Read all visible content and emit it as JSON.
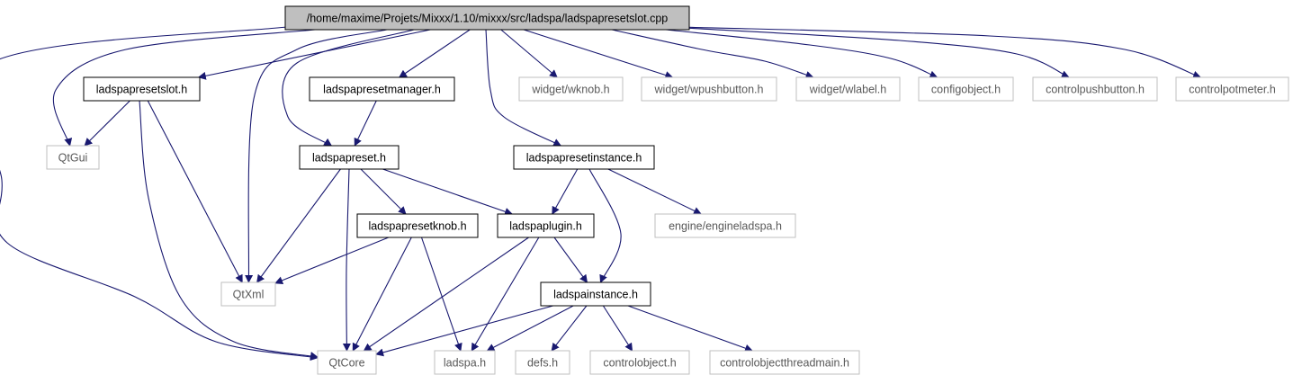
{
  "colors": {
    "edge": "#191970",
    "root_fill": "#bfbfbf",
    "root_border": "#000000",
    "doc_border": "#000000",
    "external_border": "#bfbfbf",
    "external_text": "#595959",
    "text": "#000000"
  },
  "nodes": {
    "root": {
      "label": "/home/maxime/Projets/Mixxx/1.10/mixxx/src/ladspa/ladspapresetslot.cpp",
      "kind": "root"
    },
    "ladspapresetslot_h": {
      "label": "ladspapresetslot.h",
      "kind": "documented"
    },
    "ladspapresetmanager_h": {
      "label": "ladspapresetmanager.h",
      "kind": "documented"
    },
    "wknob_h": {
      "label": "widget/wknob.h",
      "kind": "external"
    },
    "wpushbutton_h": {
      "label": "widget/wpushbutton.h",
      "kind": "external"
    },
    "wlabel_h": {
      "label": "widget/wlabel.h",
      "kind": "external"
    },
    "configobject_h": {
      "label": "configobject.h",
      "kind": "external"
    },
    "controlpushbutton_h": {
      "label": "controlpushbutton.h",
      "kind": "external"
    },
    "controlpotmeter_h": {
      "label": "controlpotmeter.h",
      "kind": "external"
    },
    "qtgui": {
      "label": "QtGui",
      "kind": "external"
    },
    "ladspapreset_h": {
      "label": "ladspapreset.h",
      "kind": "documented"
    },
    "ladspapresetinstance_h": {
      "label": "ladspapresetinstance.h",
      "kind": "documented"
    },
    "ladspapresetknob_h": {
      "label": "ladspapresetknob.h",
      "kind": "documented"
    },
    "ladspaplugin_h": {
      "label": "ladspaplugin.h",
      "kind": "documented"
    },
    "engineladspa_h": {
      "label": "engine/engineladspa.h",
      "kind": "external"
    },
    "qtxml": {
      "label": "QtXml",
      "kind": "external"
    },
    "ladspainstance_h": {
      "label": "ladspainstance.h",
      "kind": "documented"
    },
    "qtcore": {
      "label": "QtCore",
      "kind": "external"
    },
    "ladspa_h": {
      "label": "ladspa.h",
      "kind": "external"
    },
    "defs_h": {
      "label": "defs.h",
      "kind": "external"
    },
    "controlobject_h": {
      "label": "controlobject.h",
      "kind": "external"
    },
    "controlobjectthreadmain_h": {
      "label": "controlobjectthreadmain.h",
      "kind": "external"
    }
  },
  "edges": [
    [
      "root",
      "ladspapresetslot_h"
    ],
    [
      "root",
      "ladspapresetmanager_h"
    ],
    [
      "root",
      "wknob_h"
    ],
    [
      "root",
      "wpushbutton_h"
    ],
    [
      "root",
      "wlabel_h"
    ],
    [
      "root",
      "configobject_h"
    ],
    [
      "root",
      "controlpushbutton_h"
    ],
    [
      "root",
      "controlpotmeter_h"
    ],
    [
      "root",
      "qtgui"
    ],
    [
      "root",
      "qtxml"
    ],
    [
      "root",
      "qtcore"
    ],
    [
      "root",
      "ladspapreset_h"
    ],
    [
      "root",
      "ladspapresetinstance_h"
    ],
    [
      "ladspapresetslot_h",
      "qtgui"
    ],
    [
      "ladspapresetslot_h",
      "qtxml"
    ],
    [
      "ladspapresetslot_h",
      "qtcore"
    ],
    [
      "ladspapresetmanager_h",
      "ladspapreset_h"
    ],
    [
      "ladspapreset_h",
      "ladspapresetknob_h"
    ],
    [
      "ladspapreset_h",
      "ladspaplugin_h"
    ],
    [
      "ladspapreset_h",
      "qtxml"
    ],
    [
      "ladspapreset_h",
      "qtcore"
    ],
    [
      "ladspapresetinstance_h",
      "ladspaplugin_h"
    ],
    [
      "ladspapresetinstance_h",
      "engineladspa_h"
    ],
    [
      "ladspapresetinstance_h",
      "ladspainstance_h"
    ],
    [
      "ladspapresetknob_h",
      "qtxml"
    ],
    [
      "ladspapresetknob_h",
      "qtcore"
    ],
    [
      "ladspapresetknob_h",
      "ladspa_h"
    ],
    [
      "ladspaplugin_h",
      "ladspainstance_h"
    ],
    [
      "ladspaplugin_h",
      "qtcore"
    ],
    [
      "ladspaplugin_h",
      "ladspa_h"
    ],
    [
      "ladspainstance_h",
      "qtcore"
    ],
    [
      "ladspainstance_h",
      "ladspa_h"
    ],
    [
      "ladspainstance_h",
      "defs_h"
    ],
    [
      "ladspainstance_h",
      "controlobject_h"
    ],
    [
      "ladspainstance_h",
      "controlobjectthreadmain_h"
    ]
  ]
}
